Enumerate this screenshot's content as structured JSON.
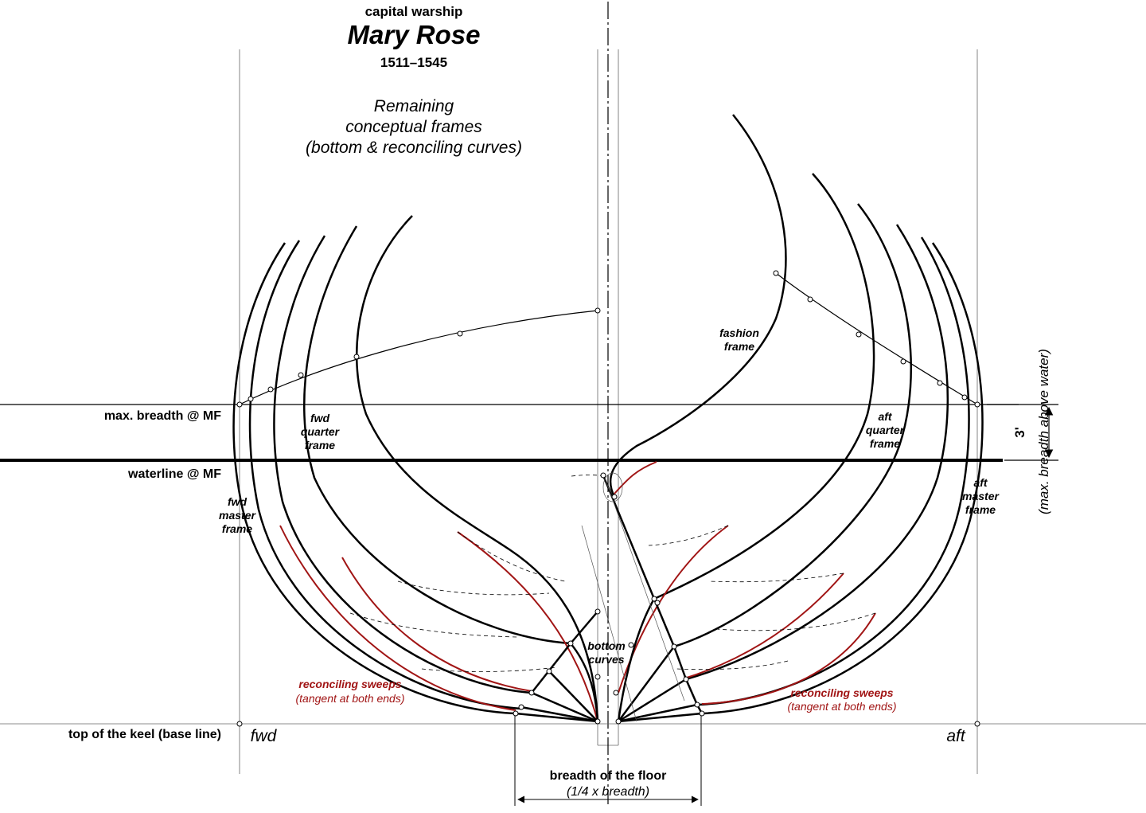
{
  "title": {
    "line1": "capital warship",
    "line2": "Mary Rose",
    "line3": "1511–1545"
  },
  "subtitle": {
    "line1": "Remaining",
    "line2": "conceptual  frames",
    "line3": "(bottom & reconciling curves)"
  },
  "levels": {
    "max_breadth": "max. breadth @ MF",
    "waterline": "waterline @ MF",
    "keel": "top of the keel (base line)"
  },
  "frames": {
    "fwd_quarter": [
      "fwd",
      "quarter",
      "frame"
    ],
    "fwd_master": [
      "fwd",
      "master",
      "frame"
    ],
    "aft_quarter": [
      "aft",
      "quarter",
      "frame"
    ],
    "aft_master": [
      "aft",
      "master",
      "frame"
    ],
    "fashion": [
      "fashion",
      "frame"
    ],
    "bottom_curves": [
      "bottom",
      "curves"
    ]
  },
  "sweeps": {
    "fwd_title": "reconciling sweeps",
    "fwd_sub": "(tangent at both ends)",
    "aft_title": "reconciling sweeps",
    "aft_sub": "(tangent at both ends)"
  },
  "ends": {
    "fwd": "fwd",
    "aft": "aft"
  },
  "floor": {
    "label": "breadth of the floor",
    "sub": "(1/4 x breadth)"
  },
  "dimension": {
    "value": "3'",
    "note": "(max. breadth above water)"
  },
  "colors": {
    "ink": "#000000",
    "sweep": "#a11515",
    "guide": "#555555"
  }
}
